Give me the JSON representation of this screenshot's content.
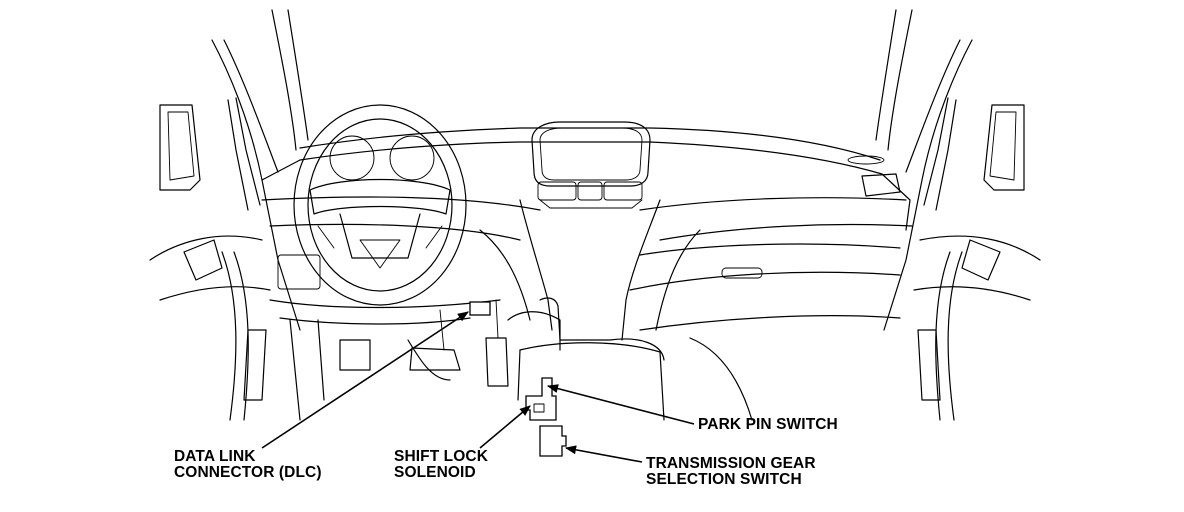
{
  "callouts": {
    "dlc": {
      "line1": "DATA LINK",
      "line2": "CONNECTOR (DLC)"
    },
    "shift_lock": {
      "line1": "SHIFT LOCK",
      "line2": "SOLENOID"
    },
    "park_pin": {
      "line1": "PARK PIN SWITCH"
    },
    "trans_gear": {
      "line1": "TRANSMISSION GEAR",
      "line2": "SELECTION SWITCH"
    }
  }
}
